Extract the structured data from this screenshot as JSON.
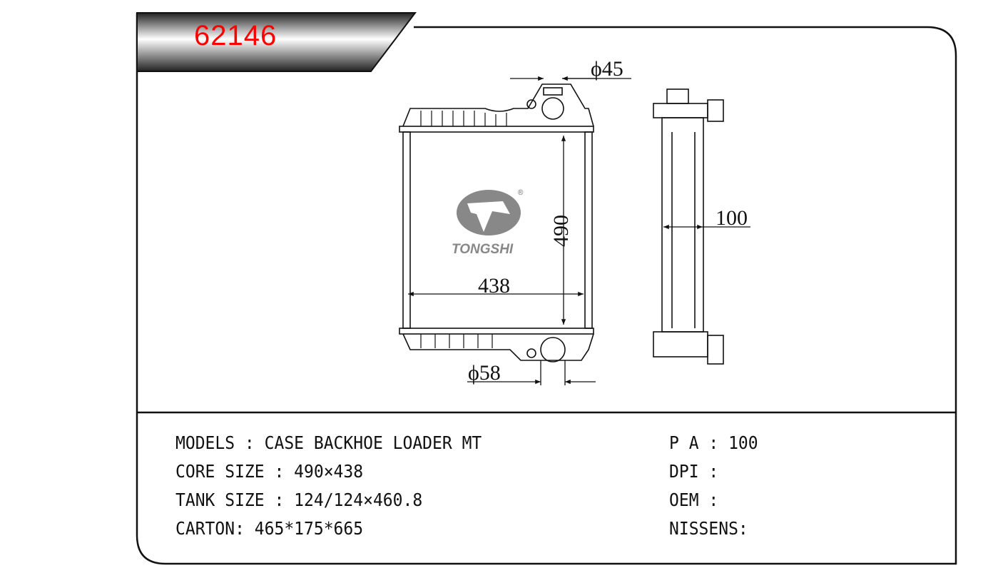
{
  "part_number": "62146",
  "dimensions": {
    "inlet_diameter": "ϕ45",
    "outlet_diameter": "ϕ58",
    "core_height": "490",
    "core_width": "438",
    "thickness": "100"
  },
  "logo": {
    "brand": "TONGSHI",
    "registered": "®"
  },
  "specs_left": [
    {
      "label": "MODELS : CASE BACKHOE LOADER MT"
    },
    {
      "label": "CORE SIZE : 490×438"
    },
    {
      "label": "TANK SIZE : 124/124×460.8"
    },
    {
      "label": "CARTON: 465*175*665"
    }
  ],
  "specs_right": [
    {
      "label": "P A : 100"
    },
    {
      "label": "DPI :"
    },
    {
      "label": "OEM :"
    },
    {
      "label": "NISSENS:"
    }
  ],
  "colors": {
    "accent": "#ff0000",
    "line": "#111111",
    "logo": "#888888"
  }
}
